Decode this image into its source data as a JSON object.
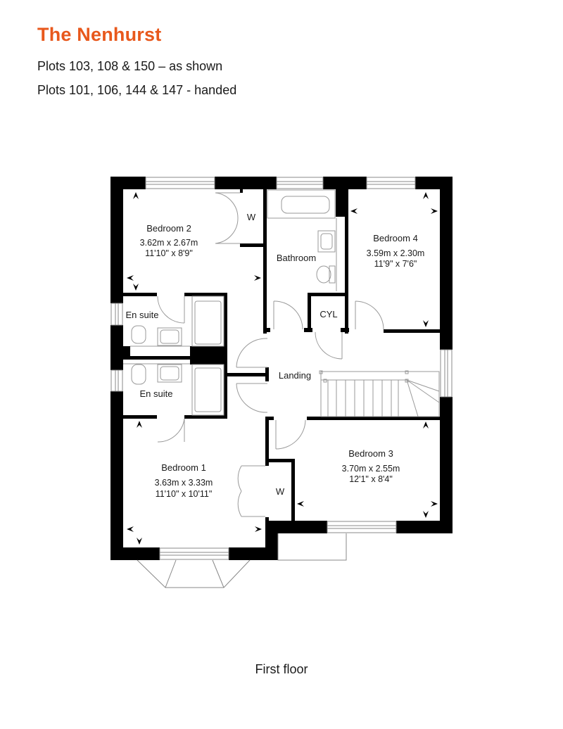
{
  "header": {
    "title": "The Nenhurst",
    "plots_as_shown": "Plots 103, 108 & 150 – as shown",
    "plots_handed": "Plots 101, 106, 144 & 147 - handed"
  },
  "colors": {
    "brand_orange": "#E8581C",
    "wall": "#000000",
    "fixture_line": "#9a9a9a",
    "text": "#1a1a1a"
  },
  "rooms": {
    "bedroom2": {
      "name": "Bedroom 2",
      "metric": "3.62m x 2.67m",
      "imperial": "11'10\" x 8'9\""
    },
    "bedroom4": {
      "name": "Bedroom 4",
      "metric": "3.59m x 2.30m",
      "imperial": "11'9\" x 7'6\""
    },
    "bedroom1": {
      "name": "Bedroom 1",
      "metric": "3.63m x 3.33m",
      "imperial": "11'10\" x 10'11\""
    },
    "bedroom3": {
      "name": "Bedroom 3",
      "metric": "3.70m x 2.55m",
      "imperial": "12'1\" x 8'4\""
    },
    "bathroom": {
      "name": "Bathroom"
    },
    "ensuite_upper": {
      "name": "En suite"
    },
    "ensuite_lower": {
      "name": "En suite"
    },
    "landing": {
      "name": "Landing"
    },
    "cylinder": {
      "name": "CYL"
    },
    "wardrobe_upper": {
      "name": "W"
    },
    "wardrobe_lower": {
      "name": "W"
    }
  },
  "footer": {
    "floor_label": "First floor"
  }
}
